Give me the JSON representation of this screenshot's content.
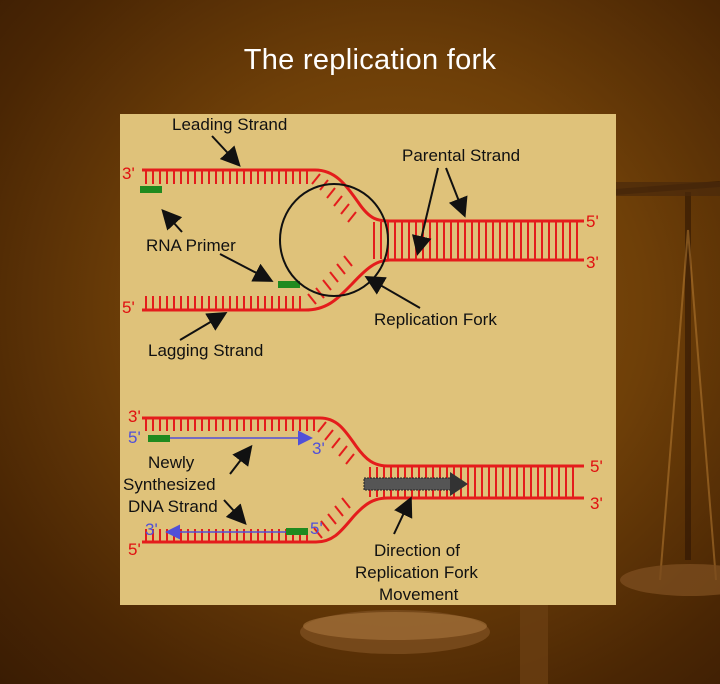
{
  "slide": {
    "title": "The replication fork"
  },
  "top_diagram": {
    "leading_strand": "Leading Strand",
    "parental_strand": "Parental Strand",
    "rna_primer": "RNA Primer",
    "lagging_strand": "Lagging Strand",
    "replication_fork": "Replication Fork",
    "end_top_left": "3'",
    "end_bottom_left": "5'",
    "end_right_top": "5'",
    "end_right_bottom": "3'"
  },
  "bottom_diagram": {
    "newly_line1": "Newly",
    "newly_line2": "Synthesized",
    "newly_line3": "DNA Strand",
    "direction_line1": "Direction of",
    "direction_line2": "Replication Fork",
    "direction_line3": "Movement",
    "end_top_left_red": "3'",
    "end_top_left_blue": "5'",
    "end_top_mid_blue": "3'",
    "end_bottom_left_blue": "3'",
    "end_bottom_left_red": "5'",
    "end_bottom_mid_blue": "5'",
    "end_right_top": "5'",
    "end_right_bottom": "3'"
  },
  "colors": {
    "strand": "#e41c1c",
    "primer": "#1f8a1f",
    "new_strand": "#5050d8",
    "panel": "#dfc27a"
  }
}
